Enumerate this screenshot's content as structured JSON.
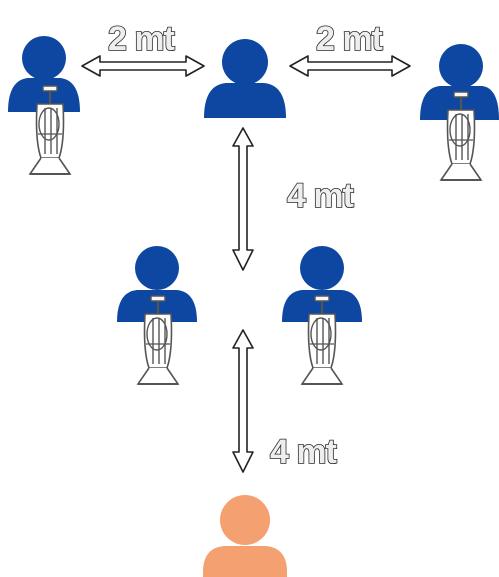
{
  "diagram": {
    "colors": {
      "musician": "#0d47a1",
      "conductor": "#f4a070",
      "arrow_fill": "#ffffff",
      "arrow_stroke": "#222222",
      "trumpet_stroke": "#555555"
    },
    "labels": {
      "top_left_gap": "2 mt",
      "top_right_gap": "2 mt",
      "vertical_gap_upper": "4 mt",
      "vertical_gap_lower": "4 mt"
    },
    "figures": [
      {
        "role": "musician",
        "instrument": "trumpet"
      },
      {
        "role": "musician",
        "instrument": "none"
      },
      {
        "role": "musician",
        "instrument": "trumpet"
      },
      {
        "role": "musician",
        "instrument": "trumpet"
      },
      {
        "role": "musician",
        "instrument": "trumpet"
      },
      {
        "role": "conductor",
        "instrument": "none"
      }
    ]
  }
}
